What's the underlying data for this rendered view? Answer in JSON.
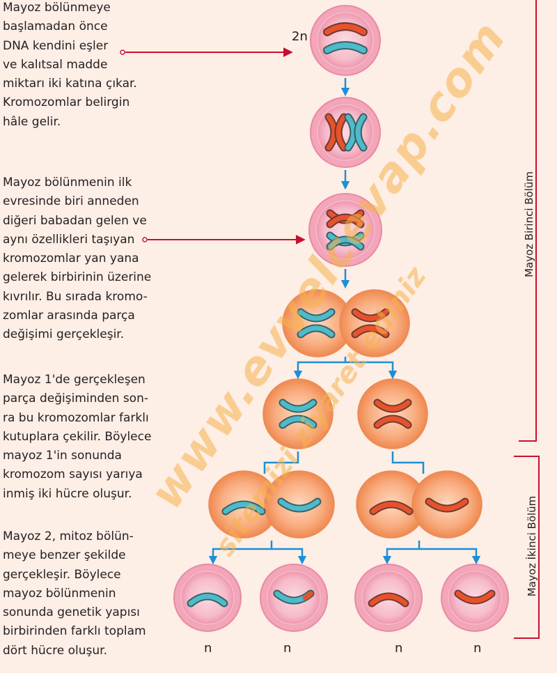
{
  "paragraphs": [
    {
      "lines": [
        "Mayoz bölünmeye",
        "başlamadan önce",
        "DNA kendini eşler",
        "ve kalıtsal madde",
        "miktarı iki katına çıkar.",
        "Kromozomlar belirgin",
        "hâle gelir."
      ]
    },
    {
      "lines": [
        "Mayoz bölünmenin ilk",
        "evresinde biri anneden",
        "diğeri babadan gelen ve",
        "aynı özellikleri taşıyan",
        "kromozomlar yan yana",
        "gelerek birbirinin üzerine",
        "kıvrılır. Bu sırada kromo-",
        "zomlar arasında parça",
        "değişimi gerçekleşir."
      ]
    },
    {
      "lines": [
        "Mayoz 1'de gerçekleşen",
        "parça değişiminden son-",
        "ra bu kromozomlar farklı",
        "kutuplara çekilir. Böylece",
        "mayoz 1'in sonunda",
        "kromozom sayısı yarıya",
        "inmiş iki hücre oluşur."
      ]
    },
    {
      "lines": [
        "Mayoz 2, mitoz bölün-",
        "meye benzer şekilde",
        "gerçekleşir. Böylece",
        "mayoz bölünmenin",
        "sonunda genetik yapısı",
        "birbirinden farklı toplam",
        "dört hücre oluşur."
      ]
    }
  ],
  "labels": {
    "ploidy_start": "2n",
    "ploidy_end": "n",
    "phase_1": "Mayoz Birinci Bölüm",
    "phase_2": "Mayoz İkinci Bölüm"
  },
  "watermark": {
    "line1": "www.evvelcevap.com",
    "line2": "sitemizi ziyaret ediniz"
  },
  "colors": {
    "background": "#fdeee6",
    "cell_pink": "#f0a3b8",
    "cell_orange": "#f28a4f",
    "chromosome_red": "#e8522b",
    "chromosome_cyan": "#4dbbc9",
    "arrow_blue": "#1d8fd6",
    "pointer_red": "#c8102e"
  }
}
